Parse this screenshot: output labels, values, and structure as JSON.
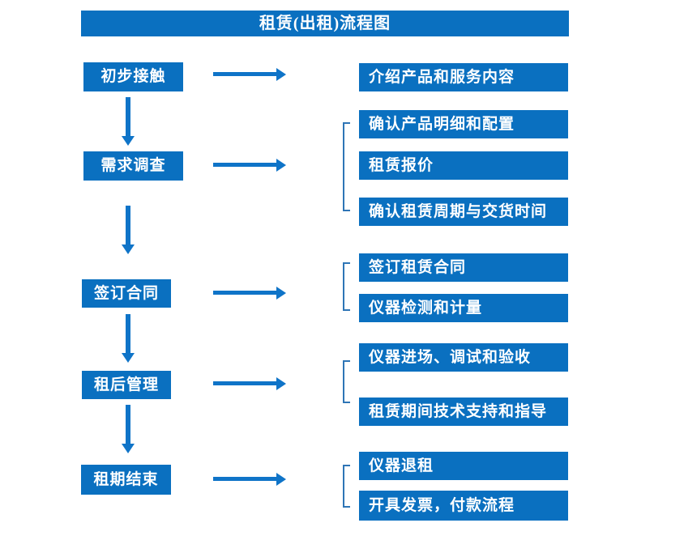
{
  "title": "租赁(出租)流程图",
  "colors": {
    "box_blue": "#0a70c0",
    "arrow_blue": "#0f74c8",
    "bracket_blue": "#2e75b6",
    "text_white": "#ffffff",
    "background": "#ffffff"
  },
  "stages": [
    {
      "label": "初步接触",
      "details": [
        "介绍产品和服务内容"
      ]
    },
    {
      "label": "需求调查",
      "details": [
        "确认产品明细和配置",
        "租赁报价",
        "确认租赁周期与交货时间"
      ]
    },
    {
      "label": "签订合同",
      "details": [
        "签订租赁合同",
        "仪器检测和计量"
      ]
    },
    {
      "label": "租后管理",
      "details": [
        "仪器进场、调试和验收",
        "租赁期间技术支持和指导"
      ]
    },
    {
      "label": "租期结束",
      "details": [
        "仪器退租",
        "开具发票，付款流程"
      ]
    }
  ]
}
